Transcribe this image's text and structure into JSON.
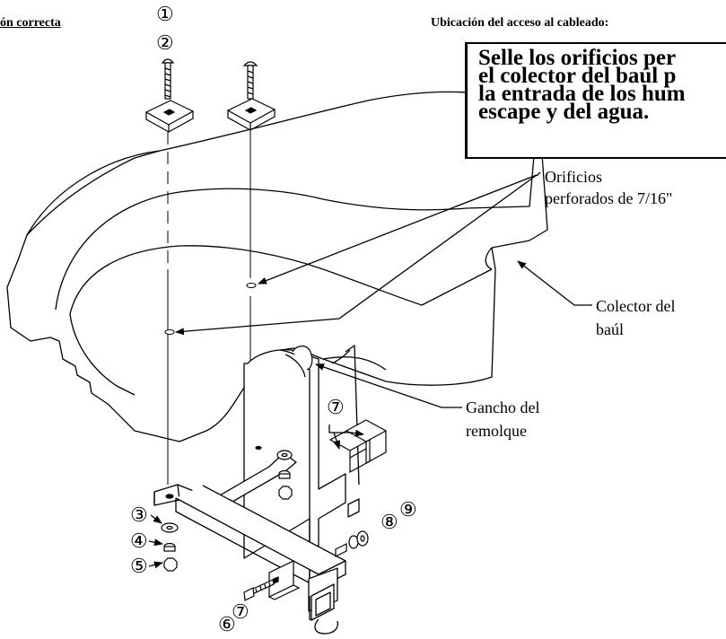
{
  "header": {
    "left_title": "ón correcta",
    "right_title": "Ubicación del acceso al cableado:"
  },
  "warning": {
    "lines": [
      "Selle los orificios per",
      "el colector del baúl p",
      "la entrada de los hum",
      "escape y del agua."
    ]
  },
  "callouts": {
    "holes_line1": "Orificios",
    "holes_line2": "perforados de 7/16\"",
    "trunk_line1": "Colector del",
    "trunk_line2": "baúl",
    "hook_line1": "Gancho del",
    "hook_line2": "remolque"
  },
  "part_numbers": {
    "n1": "①",
    "n2": "②",
    "n3": "③",
    "n4": "④",
    "n5": "⑤",
    "n6": "⑥",
    "n7a": "⑦",
    "n7b": "⑦",
    "n8": "⑧",
    "n9": "⑨"
  }
}
